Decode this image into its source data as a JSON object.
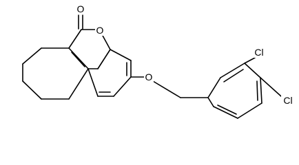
{
  "molecule": {
    "atoms": {
      "carbonyl_oxygen": "O",
      "ring_oxygen": "O",
      "ether_oxygen": "O",
      "chlorine_meta": "Cl",
      "chlorine_para": "Cl"
    },
    "colors": {
      "bond": "#000000",
      "label": "#000000",
      "background": "#ffffff"
    }
  }
}
